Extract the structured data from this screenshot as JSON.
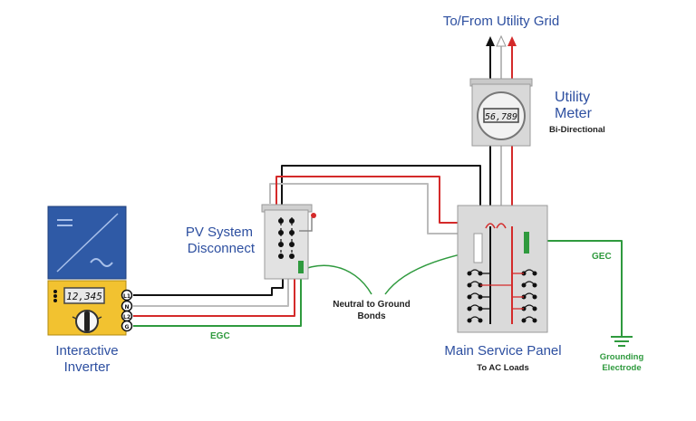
{
  "labels": {
    "grid": "To/From Utility Grid",
    "meter_title_1": "Utility",
    "meter_title_2": "Meter",
    "meter_sub": "Bi-Directional",
    "meter_reading": "56,789",
    "disconnect_1": "PV System",
    "disconnect_2": "Disconnect",
    "inverter_1": "Interactive",
    "inverter_2": "Inverter",
    "inverter_reading": "12,345",
    "panel_title": "Main Service Panel",
    "panel_sub": "To AC Loads",
    "neutral_1": "Neutral to Ground",
    "neutral_2": "Bonds",
    "egc": "EGC",
    "gec": "GEC",
    "ground_1": "Grounding",
    "ground_2": "Electrode",
    "term_l1": "L1",
    "term_n": "N",
    "term_l2": "L2",
    "term_g": "G"
  },
  "colors": {
    "blue_text": "#2d4fa0",
    "green": "#2f9a3e",
    "red": "#d42a2a",
    "inverter_blue": "#2f5aa6",
    "inverter_yellow": "#f2c230"
  }
}
